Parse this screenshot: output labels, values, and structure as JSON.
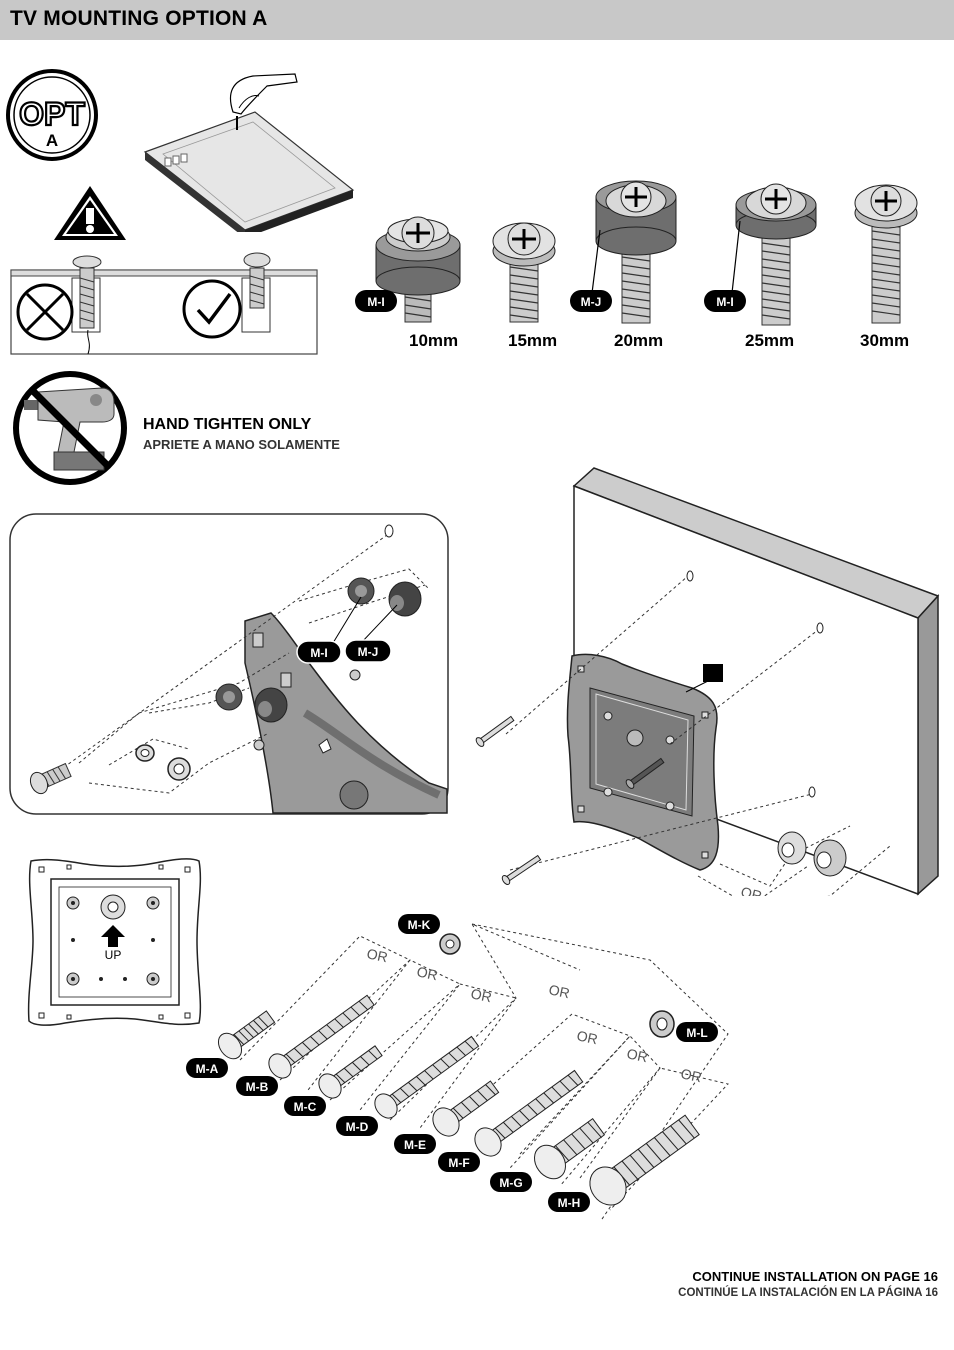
{
  "header": {
    "title": "TV MOUNTING OPTION A"
  },
  "opt_badge": {
    "top": "OPT",
    "bottom": "A"
  },
  "screw_sizes": [
    "10mm",
    "15mm",
    "20mm",
    "25mm",
    "30mm"
  ],
  "spacer_tags": {
    "s10": "M-I",
    "s20": "M-J",
    "s25": "M-I"
  },
  "warning": {
    "en": "HAND TIGHTEN ONLY",
    "es": "APRIETE A MANO SOLAMENTE"
  },
  "detail_tags": {
    "a": "M-I",
    "b": "M-J"
  },
  "plate": {
    "up_label": "UP"
  },
  "or_label": "OR",
  "parts": {
    "a": "M-A",
    "b": "M-B",
    "c": "M-C",
    "d": "M-D",
    "e": "M-E",
    "f": "M-F",
    "g": "M-G",
    "h": "M-H",
    "k": "M-K",
    "l": "M-L"
  },
  "footer": {
    "en": "CONTINUE INSTALLATION ON PAGE 16",
    "es": "CONTINÚE LA INSTALACIÓN EN LA PÁGINA 16"
  }
}
